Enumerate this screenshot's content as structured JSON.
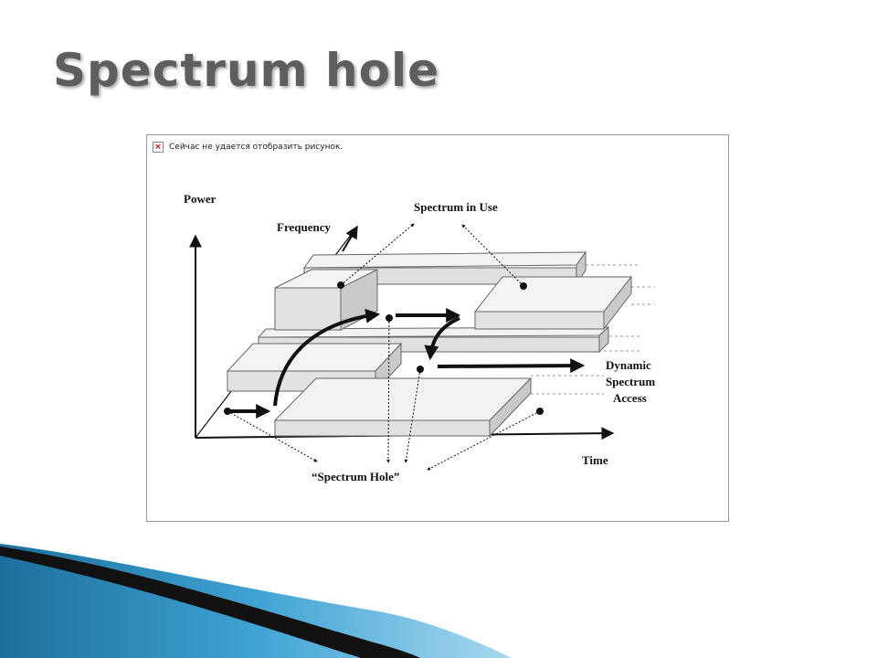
{
  "slide": {
    "title": "Spectrum hole"
  },
  "figure": {
    "broken_image_notice": "Сейчас не удается отобразить рисунок.",
    "axis_labels": {
      "power": "Power",
      "frequency": "Frequency",
      "time": "Time"
    },
    "spectrum_in_use": "Spectrum in Use",
    "dynamic_access_lines": [
      "Dynamic",
      "Spectrum",
      "Access"
    ],
    "spectrum_hole": "“Spectrum Hole”"
  },
  "colors": {
    "title": "#5e5e5e",
    "swoosh_blue": "#2b8fc4",
    "swoosh_black": "#111111",
    "block_face": "#e4e4e4"
  }
}
